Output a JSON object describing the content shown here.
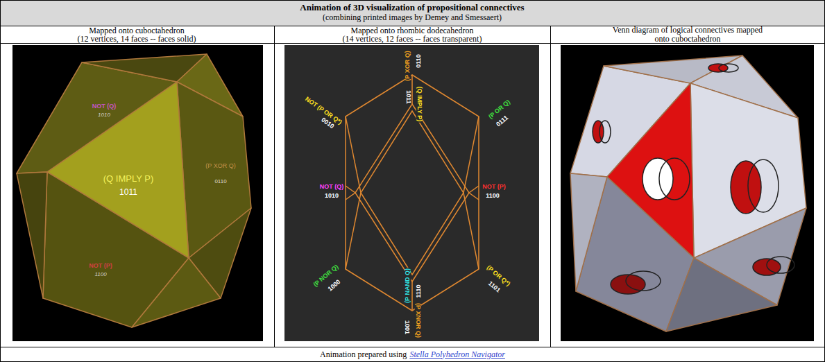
{
  "diagram": {
    "title": "Animation of 3D visualization of propositional connectives",
    "caption": "Animation prepared using",
    "labels": [
      "(combining printed images by Demey and Smessaert)",
      "Mapped onto cuboctahedron",
      "(12 vertices, 14 faces -- faces solid)",
      "Mapped onto rhombic dodecahedron",
      "(14 vertices, 12 faces -- faces transparent)",
      "Venn diagram of logical connectives mapped onto cuboctahedron",
      "NOT (Q)",
      "1010",
      "(Q IMPLY P)",
      "1011",
      "(P XOR Q)",
      "0110",
      "NOT (P)",
      "1100",
      "(P XOR Q)",
      "0110",
      "NOT (P OR Q*)",
      "0010",
      "(Q IMPLY P)",
      "1011",
      "(P OR Q)",
      "0111",
      "NOT (Q)",
      "1010",
      "NOT (P)",
      "1100",
      "(P NOR Q)",
      "1000",
      "(P NAND Q)",
      "1110",
      "(P OR Q*)",
      "1101",
      "(P XNOR Q)",
      "1001",
      "Stella Polyhedron Navigator"
    ]
  }
}
